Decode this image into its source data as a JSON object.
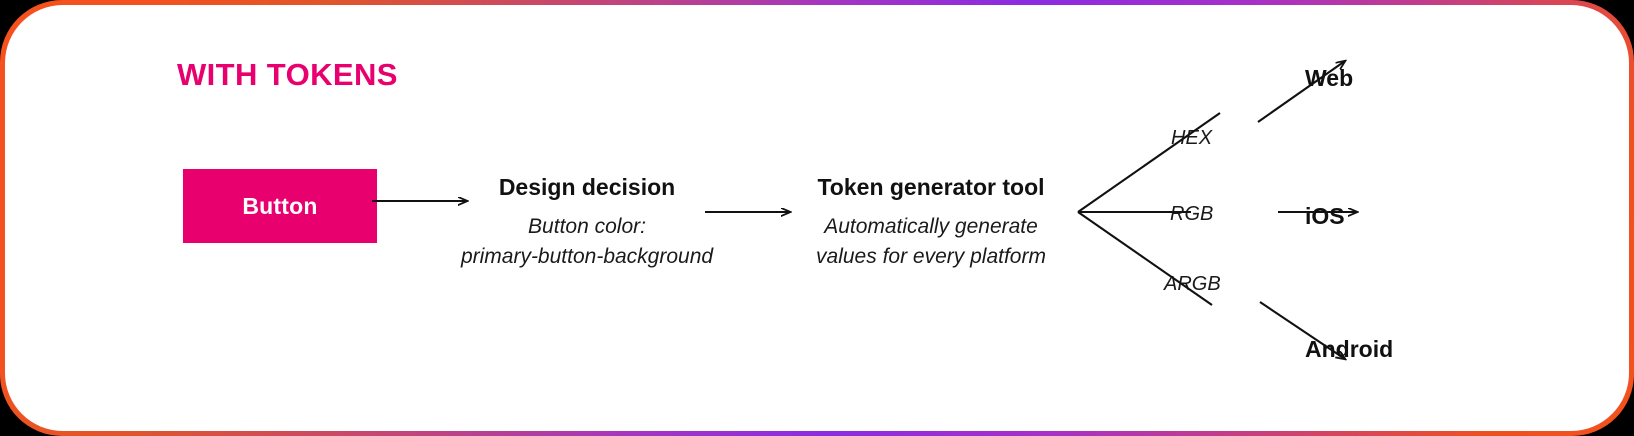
{
  "card": {
    "border_gradient_start": "#F4511E",
    "border_gradient_mid": "#8B2BE2",
    "border_gradient_end": "#F4511E",
    "background": "#FFFFFF",
    "outer_background": "#000000"
  },
  "title": {
    "text": "WITH TOKENS",
    "color": "#E8006F"
  },
  "button_swatch": {
    "label": "Button",
    "fill": "#E8006F",
    "text_color": "#FFFFFF"
  },
  "flow": {
    "stages": [
      {
        "id": "design-decision",
        "title": "Design decision",
        "subtitle_lines": [
          "Button color:",
          "primary-button-background"
        ]
      },
      {
        "id": "token-generator-tool",
        "title": "Token generator tool",
        "subtitle_lines": [
          "Automatically generate",
          "values for every platform"
        ]
      }
    ],
    "branches": [
      {
        "format": "HEX",
        "platform": "Web"
      },
      {
        "format": "RGB",
        "platform": "iOS"
      },
      {
        "format": "ARGB",
        "platform": "Android"
      }
    ]
  },
  "icons": {
    "arrow_right": "arrow-right-icon",
    "arrow_up_right": "arrow-up-right-icon",
    "arrow_down_right": "arrow-down-right-icon",
    "fork": "branch-fork-icon"
  }
}
